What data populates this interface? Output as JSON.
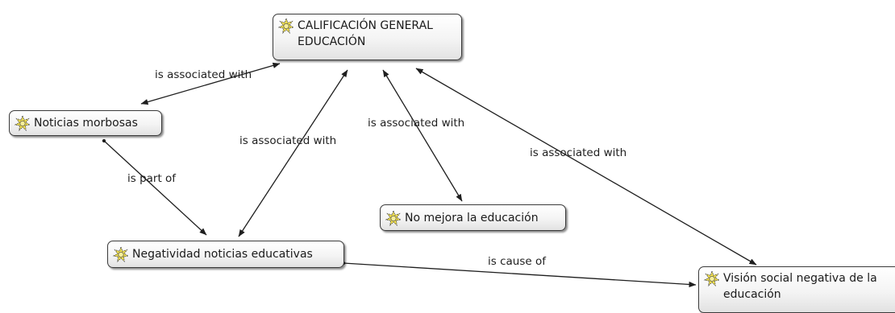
{
  "nodes": {
    "calificacion": {
      "text": "CALIFICACIÓN GENERAL\nEDUCACIÓN",
      "icon": "quotation-concept-icon"
    },
    "noticias_morbosas": {
      "text": "Noticias morbosas",
      "icon": "quotation-concept-icon"
    },
    "negatividad": {
      "text": "Negatividad noticias educativas",
      "icon": "quotation-concept-icon"
    },
    "no_mejora": {
      "text": "No mejora la educación",
      "icon": "quotation-concept-icon"
    },
    "vision_social": {
      "text": "Visión social negativa de la\neducación",
      "icon": "quotation-concept-icon"
    }
  },
  "links": {
    "calif_noticias": "is associated with",
    "calif_negatividad": "is associated with",
    "calif_nomejora": "is associated with",
    "calif_vision": "is associated with",
    "noticias_negatividad": "is part of",
    "negatividad_vision": "is cause of"
  },
  "colors": {
    "icon_fill": "#f2e04a",
    "icon_stroke": "#4a4a4a",
    "line": "#1e1e1e",
    "node_border": "#3a3a3a"
  }
}
